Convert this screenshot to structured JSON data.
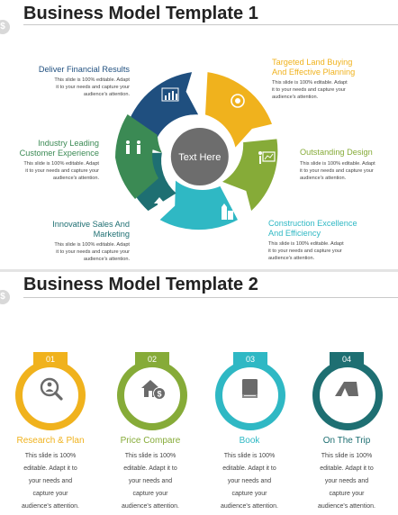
{
  "slide1": {
    "title": "Business Model Template 1",
    "center": "Text Here",
    "items": [
      {
        "label_lines": [
          "Deliver Financial Results"
        ],
        "color": "#1f4f7f",
        "desc": [
          "This slide is 100% editable. Adapt",
          "it to your needs and capture your",
          "audience's attention."
        ]
      },
      {
        "label_lines": [
          "Targeted Land Buying",
          "And Effective Planning"
        ],
        "color": "#f0b21d",
        "desc": [
          "This slide is 100% editable. Adapt",
          "it to your needs and capture your",
          "audience's attention."
        ]
      },
      {
        "label_lines": [
          "Outstanding Design"
        ],
        "color": "#86ab38",
        "desc": [
          "This slide is 100% editable. Adapt",
          "it to your needs and capture your",
          "audience's attention."
        ]
      },
      {
        "label_lines": [
          "Construction Excellence",
          "And Efficiency"
        ],
        "color": "#2fb8c4",
        "desc": [
          "This slide is 100% editable. Adapt",
          "it to your needs and capture your",
          "audience's attention."
        ]
      },
      {
        "label_lines": [
          "Innovative Sales And",
          "Marketing"
        ],
        "color": "#1e6f72",
        "desc": [
          "This slide is 100% editable. Adapt",
          "it to your needs and capture your",
          "audience's attention."
        ]
      },
      {
        "label_lines": [
          "Industry Leading",
          "Customer Experience"
        ],
        "color": "#3b8a54",
        "desc": [
          "This slide is 100% editable. Adapt",
          "it to your needs and capture your",
          "audience's attention."
        ]
      }
    ]
  },
  "slide2": {
    "title": "Business Model Template 2",
    "items": [
      {
        "num": "01",
        "title": "Research & Plan",
        "color": "#f0b21d",
        "icon": "magnifier-person-icon",
        "desc": [
          "This slide is 100%",
          "editable. Adapt it to",
          "your needs and",
          "capture your",
          "audience's attention."
        ]
      },
      {
        "num": "02",
        "title": "Price Compare",
        "color": "#86ab38",
        "icon": "house-dollar-icon",
        "desc": [
          "This slide is 100%",
          "editable. Adapt it to",
          "your needs and",
          "capture your",
          "audience's attention."
        ]
      },
      {
        "num": "03",
        "title": "Book",
        "color": "#2fb8c4",
        "icon": "book-icon",
        "desc": [
          "This slide is 100%",
          "editable. Adapt it to",
          "your needs and",
          "capture your",
          "audience's attention."
        ]
      },
      {
        "num": "04",
        "title": "On The Trip",
        "color": "#1e6f72",
        "icon": "tent-icon",
        "desc": [
          "This slide is 100%",
          "editable. Adapt it to",
          "your needs and",
          "capture your",
          "audience's attention."
        ]
      }
    ]
  }
}
